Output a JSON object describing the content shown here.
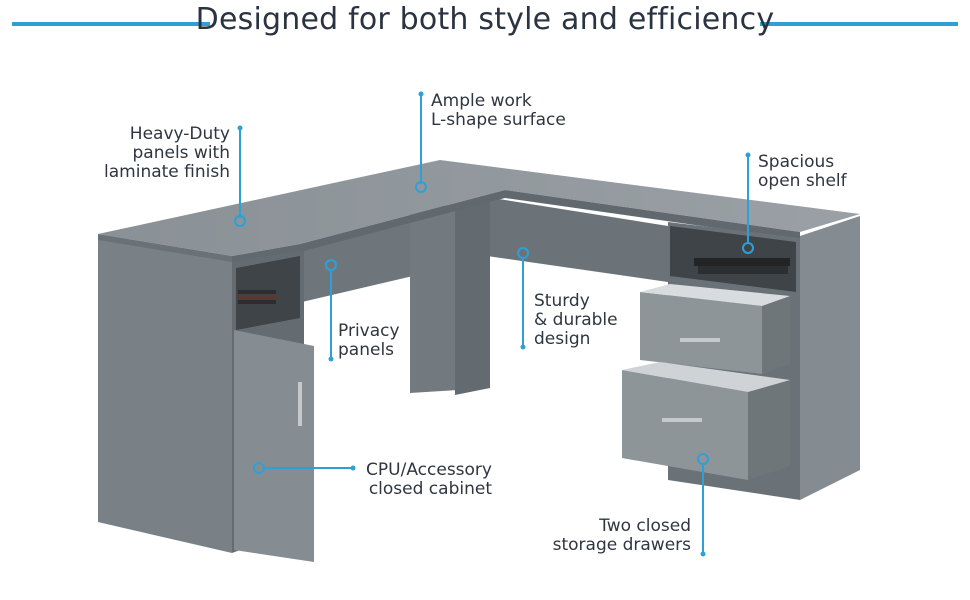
{
  "title": "Designed for both style and efficiency",
  "accent_color": "#2ea0d8",
  "desk_color": "#7d8489",
  "callouts": {
    "heavy_duty": [
      "Heavy-Duty",
      "panels with",
      "laminate finish"
    ],
    "ample_work": [
      "Ample work",
      "L-shape surface"
    ],
    "spacious": [
      "Spacious",
      "open shelf"
    ],
    "privacy": [
      "Privacy",
      "panels"
    ],
    "sturdy": [
      "Sturdy",
      "& durable",
      "design"
    ],
    "cpu": [
      "CPU/Accessory",
      "closed cabinet"
    ],
    "drawers": [
      "Two closed",
      "storage drawers"
    ]
  }
}
